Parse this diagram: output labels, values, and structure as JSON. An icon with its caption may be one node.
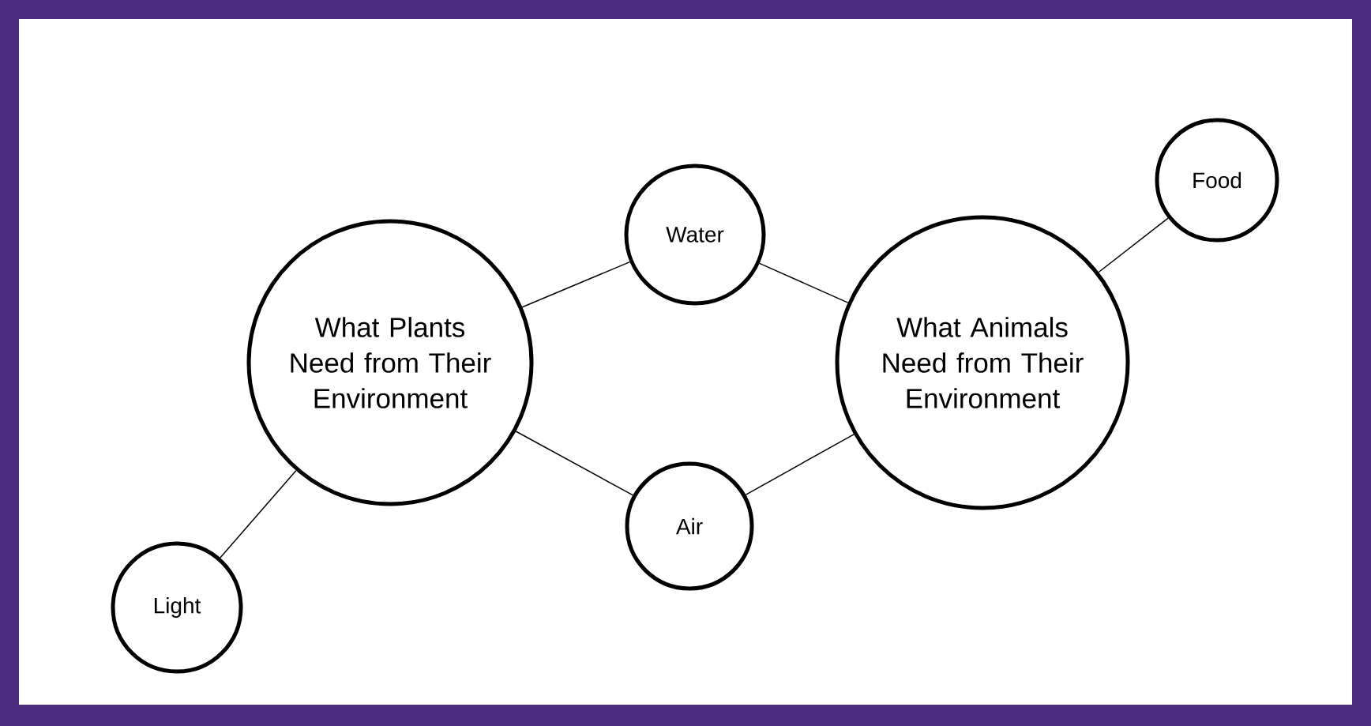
{
  "diagram": {
    "nodes": [
      {
        "text": [
          "Food"
        ]
      },
      {
        "text": [
          "Water"
        ]
      },
      {
        "text": [
          "What Plants Need from Their Environment"
        ]
      },
      {
        "text": [
          "What Animals Need from Their Environment"
        ]
      },
      {
        "text": [
          "Air"
        ]
      },
      {
        "text": [
          "Light"
        ]
      }
    ],
    "edges": [
      {
        "from": 2,
        "to": 1,
        "arrow": "none"
      },
      {
        "from": 1,
        "to": 3,
        "arrow": "none"
      },
      {
        "from": 2,
        "to": 4,
        "arrow": "none"
      },
      {
        "from": 4,
        "to": 3,
        "arrow": "none"
      },
      {
        "from": 3,
        "to": 0,
        "arrow": "none"
      },
      {
        "from": 2,
        "to": 5,
        "arrow": "none"
      }
    ]
  }
}
